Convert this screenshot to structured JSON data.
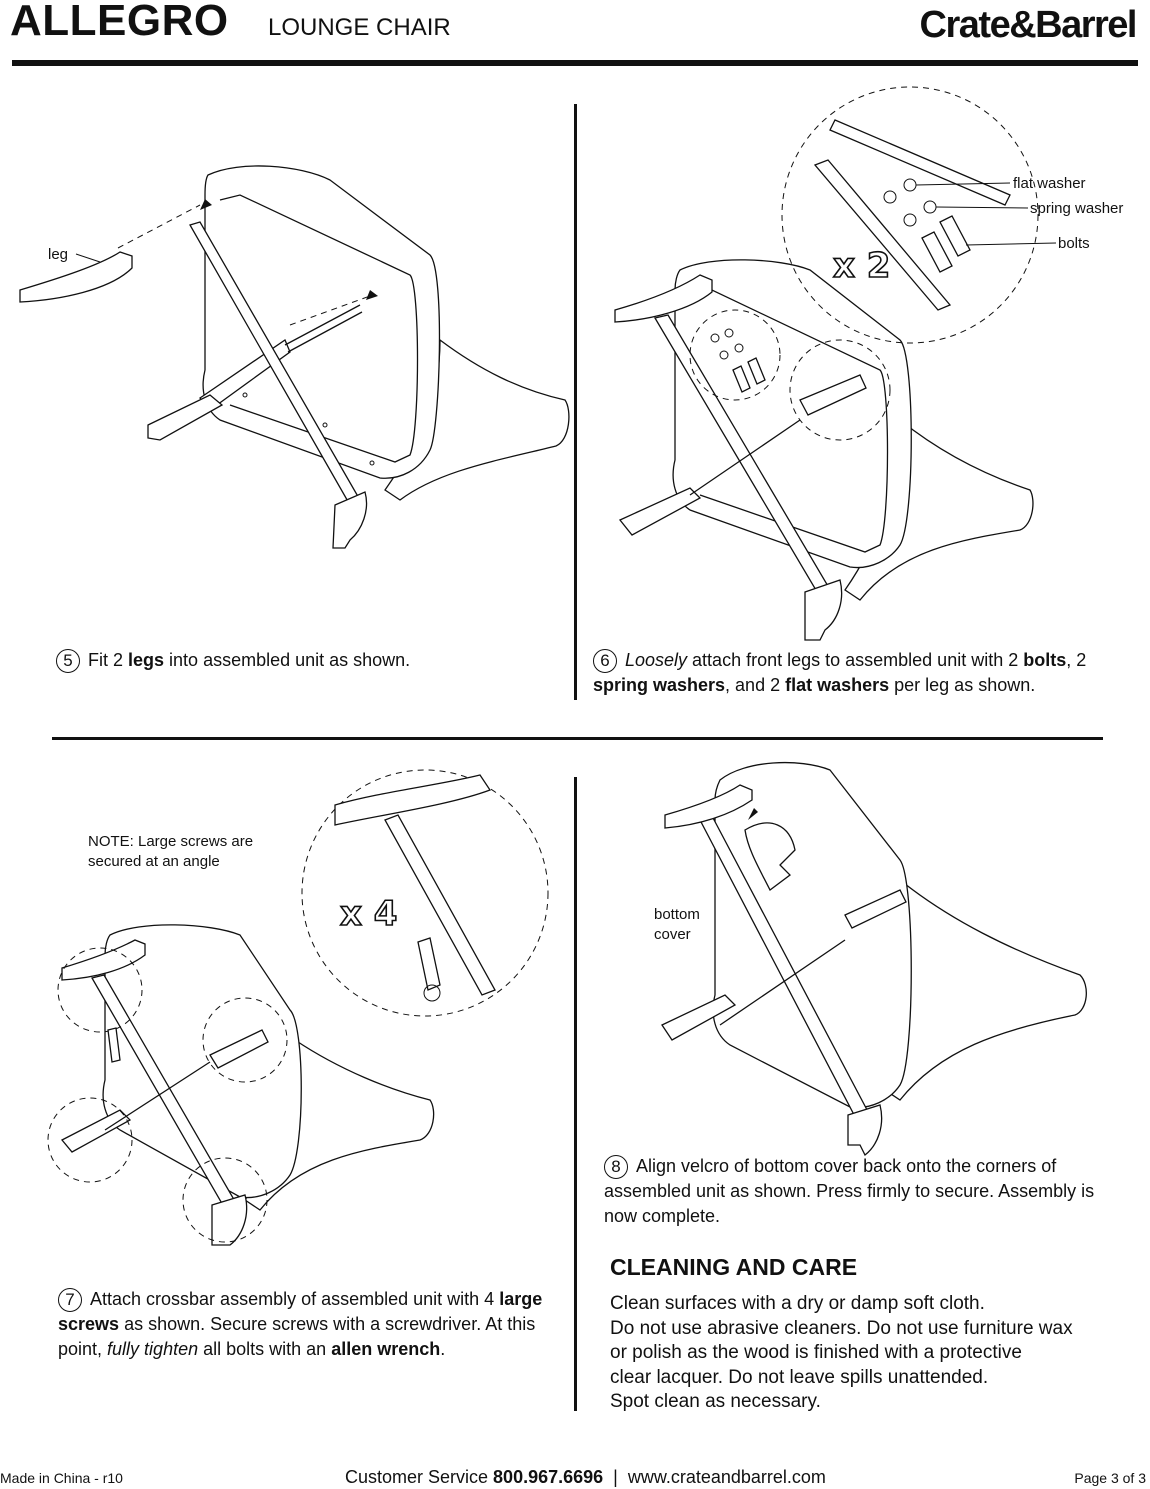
{
  "header": {
    "product_name": "ALLEGRO",
    "product_type": "LOUNGE CHAIR",
    "brand": "Crate&Barrel"
  },
  "step5": {
    "number": "5",
    "text_before": "Fit 2 ",
    "bold1": "legs",
    "text_after": " into assembled unit as shown.",
    "callouts": {
      "leg": "leg"
    }
  },
  "step6": {
    "number": "6",
    "italic1": "Loosely",
    "text1": " attach front legs to assembled unit with 2 ",
    "bold1": "bolts",
    "text2": ", 2 ",
    "bold2": "spring washers",
    "text3": ", and 2 ",
    "bold3": "flat washers",
    "text4": " per leg as shown.",
    "callouts": {
      "flat_washer": "flat washer",
      "spring_washer": "spring washer",
      "bolts": "bolts"
    },
    "multiplier": "x 2"
  },
  "step7": {
    "number": "7",
    "text1": "Attach crossbar assembly of assembled unit with 4 ",
    "bold1": "large screws",
    "text2": " as shown.  Secure screws with a screwdriver.  At this point, ",
    "italic1": "fully tighten",
    "text3": " all bolts with an ",
    "bold2": "allen wrench",
    "text4": ".",
    "note_line1": "NOTE: Large screws are",
    "note_line2": "secured at an angle",
    "multiplier": "x 4"
  },
  "step8": {
    "number": "8",
    "text": "Align velcro of bottom cover back onto the corners of assembled unit as shown.  Press firmly to secure. Assembly is now complete.",
    "callout_line1": "bottom",
    "callout_line2": "cover"
  },
  "care": {
    "title": "CLEANING AND CARE",
    "line1": "Clean surfaces with a dry or damp soft cloth.",
    "line2": "Do not use abrasive cleaners. Do not use furniture wax",
    "line3": "or polish as the wood is finished with a protective",
    "line4": "clear lacquer.  Do not leave spills unattended.",
    "line5": "Spot clean as necessary."
  },
  "footer": {
    "made_in": "Made in China - r10",
    "service_label": "Customer Service ",
    "phone": "800.967.6696",
    "separator": "  |  ",
    "website": "www.crateandbarrel.com",
    "page": "Page 3 of 3"
  }
}
